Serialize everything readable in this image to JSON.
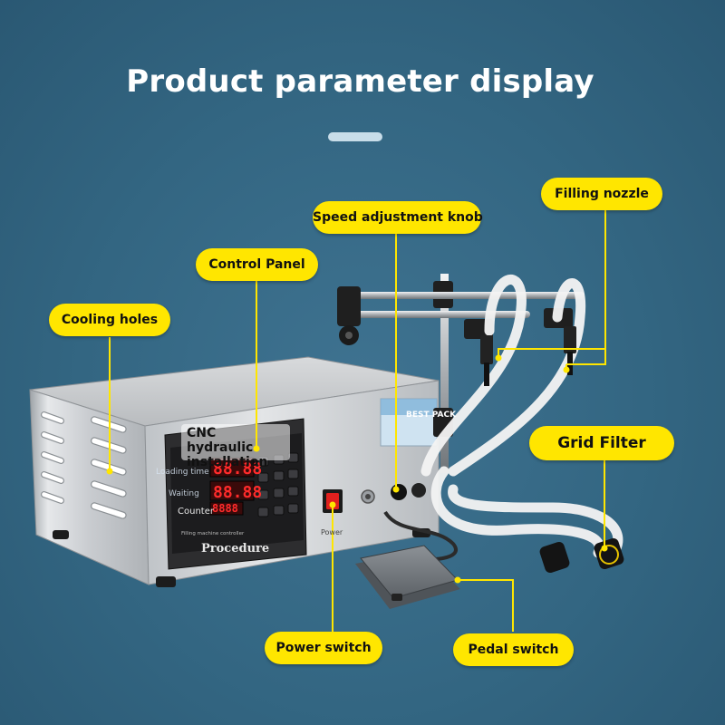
{
  "title": "Product parameter display",
  "colors": {
    "background": "#336682",
    "callout": "#ffe600",
    "leader_line": "#ffe600",
    "led_red": "#ff2b2b"
  },
  "callouts": {
    "cooling_holes": "Cooling holes",
    "control_panel": "Control Panel",
    "speed_knob": "Speed adjustment knob",
    "filling_nozzle": "Filling nozzle",
    "grid_filter": "Grid Filter",
    "power_switch": "Power switch",
    "pedal_switch": "Pedal switch"
  },
  "machine": {
    "overlay": "CNC hydraulic installation",
    "panel_labels": {
      "loading_time": "Loading time",
      "waiting": "Waiting",
      "counter": "Counter",
      "procedure": "Procedure",
      "power": "Power",
      "controller": "Filling machine controller"
    },
    "displays": [
      "88.88",
      "88.88",
      "8888"
    ],
    "sticker": "BEST PACK"
  }
}
